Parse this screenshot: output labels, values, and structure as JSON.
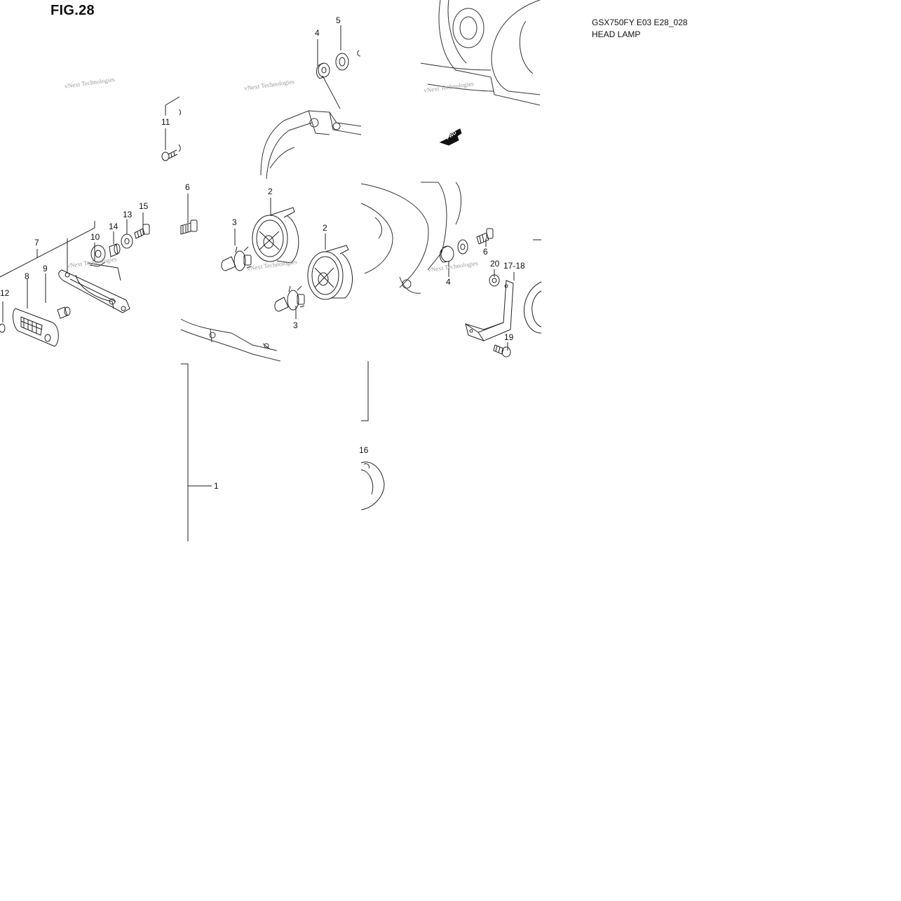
{
  "figure": {
    "title": "FIG.28",
    "model_code": "GSX750FY E03 E28_028",
    "section_name": "HEAD LAMP"
  },
  "direction_marker": {
    "label": "FWD",
    "icon": "forward-arrow-icon"
  },
  "watermark": {
    "text": "vNext Technologies"
  },
  "callouts": [
    {
      "id": "c5",
      "label": "5"
    },
    {
      "id": "c4a",
      "label": "4"
    },
    {
      "id": "c11",
      "label": "11"
    },
    {
      "id": "c6a",
      "label": "6"
    },
    {
      "id": "c2a",
      "label": "2"
    },
    {
      "id": "c3a",
      "label": "3"
    },
    {
      "id": "c2b",
      "label": "2"
    },
    {
      "id": "c3b",
      "label": "3"
    },
    {
      "id": "c15",
      "label": "15"
    },
    {
      "id": "c13",
      "label": "13"
    },
    {
      "id": "c14",
      "label": "14"
    },
    {
      "id": "c10",
      "label": "10"
    },
    {
      "id": "c7",
      "label": "7"
    },
    {
      "id": "c9",
      "label": "9"
    },
    {
      "id": "c8",
      "label": "8"
    },
    {
      "id": "c12",
      "label": "12"
    },
    {
      "id": "c6b",
      "label": "6"
    },
    {
      "id": "c4b",
      "label": "4"
    },
    {
      "id": "c20",
      "label": "20"
    },
    {
      "id": "c1718",
      "label": "17-18"
    },
    {
      "id": "c19",
      "label": "19"
    },
    {
      "id": "c1",
      "label": "1"
    },
    {
      "id": "c16",
      "label": "16"
    }
  ]
}
